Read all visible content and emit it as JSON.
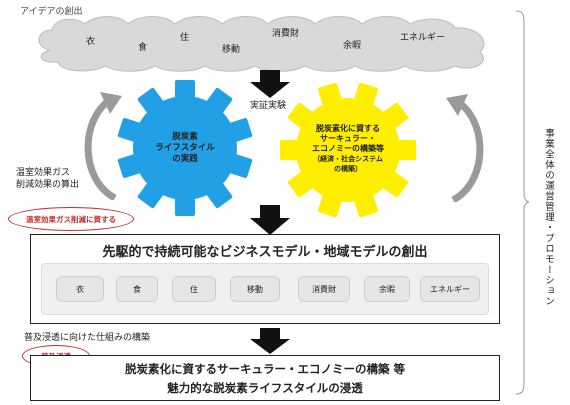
{
  "idea": {
    "label": "アイデアの創出",
    "items": [
      "衣",
      "食",
      "住",
      "移動",
      "消費財",
      "余暇",
      "エネルギー"
    ]
  },
  "demo_label": "実証実験",
  "gears": {
    "blue": {
      "line1": "脱炭素",
      "line2": "ライフスタイル",
      "line3": "の実践",
      "color": "#22a0e6"
    },
    "yellow": {
      "line1": "脱炭素化に資する",
      "line2": "サーキュラー・",
      "line3": "エコノミーの構築等",
      "line4": "（経済・社会システム",
      "line5": "の構築）",
      "color": "#ffee00"
    }
  },
  "ghg_label": {
    "line1": "温室効果ガス",
    "line2": "削減効果の算出"
  },
  "callout1": "温室効果ガス削減に資する",
  "model_box": {
    "title": "先駆的で持続可能なビジネスモデル・地域モデルの創出",
    "items": [
      "衣",
      "食",
      "住",
      "移動",
      "消費財",
      "余暇",
      "エネルギー"
    ]
  },
  "spread_label": "普及浸透に向けた仕組みの構築",
  "callout2": "普及浸透",
  "final_box": {
    "line1": "脱炭素化に資するサーキュラー・エコノミーの構築 等",
    "line2": "魅力的な脱炭素ライフスタイルの浸透"
  },
  "side_label": "事業全体の運営管理・プロモーション"
}
